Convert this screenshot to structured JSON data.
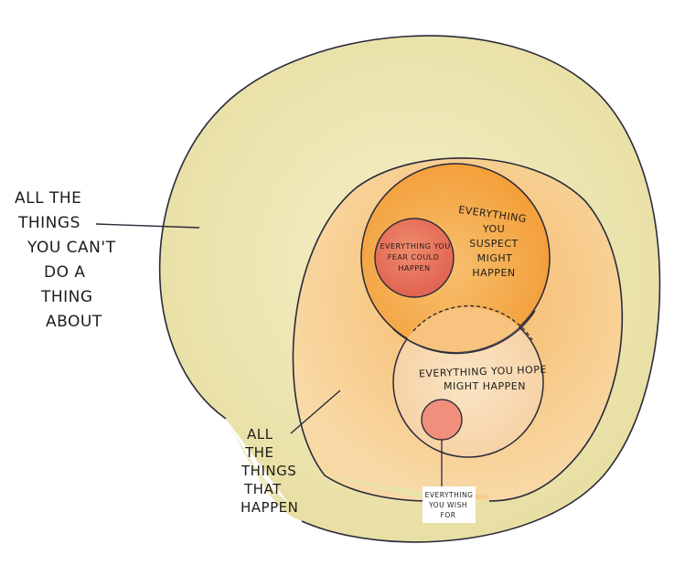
{
  "labels": {
    "outer": [
      "ALL THE",
      "THINGS",
      "YOU CAN'T",
      "DO A",
      "THING",
      "ABOUT"
    ],
    "happen": [
      "ALL",
      "THE",
      "THINGS",
      "THAT",
      "HAPPEN"
    ],
    "suspect": [
      "EVERYTHING",
      "YOU",
      "SUSPECT",
      "MIGHT",
      "HAPPEN"
    ],
    "fear": [
      "EVERYTHING YOU",
      "FEAR COULD",
      "HAPPEN"
    ],
    "hope": [
      "EVERYTHING YOU HOPE",
      "MIGHT HAPPEN"
    ],
    "wish": [
      "EVERYTHING",
      "YOU WISH",
      "FOR"
    ]
  },
  "colors": {
    "outer_fill": "#eee8b4",
    "happen_fill": "#f6c888",
    "suspect_fill": "#f4ad48",
    "fear_fill": "#ec7d63",
    "hope_fill": "#f8dcb8",
    "wish_fill": "#ef8f7c",
    "ink": "#1f1d1a"
  }
}
